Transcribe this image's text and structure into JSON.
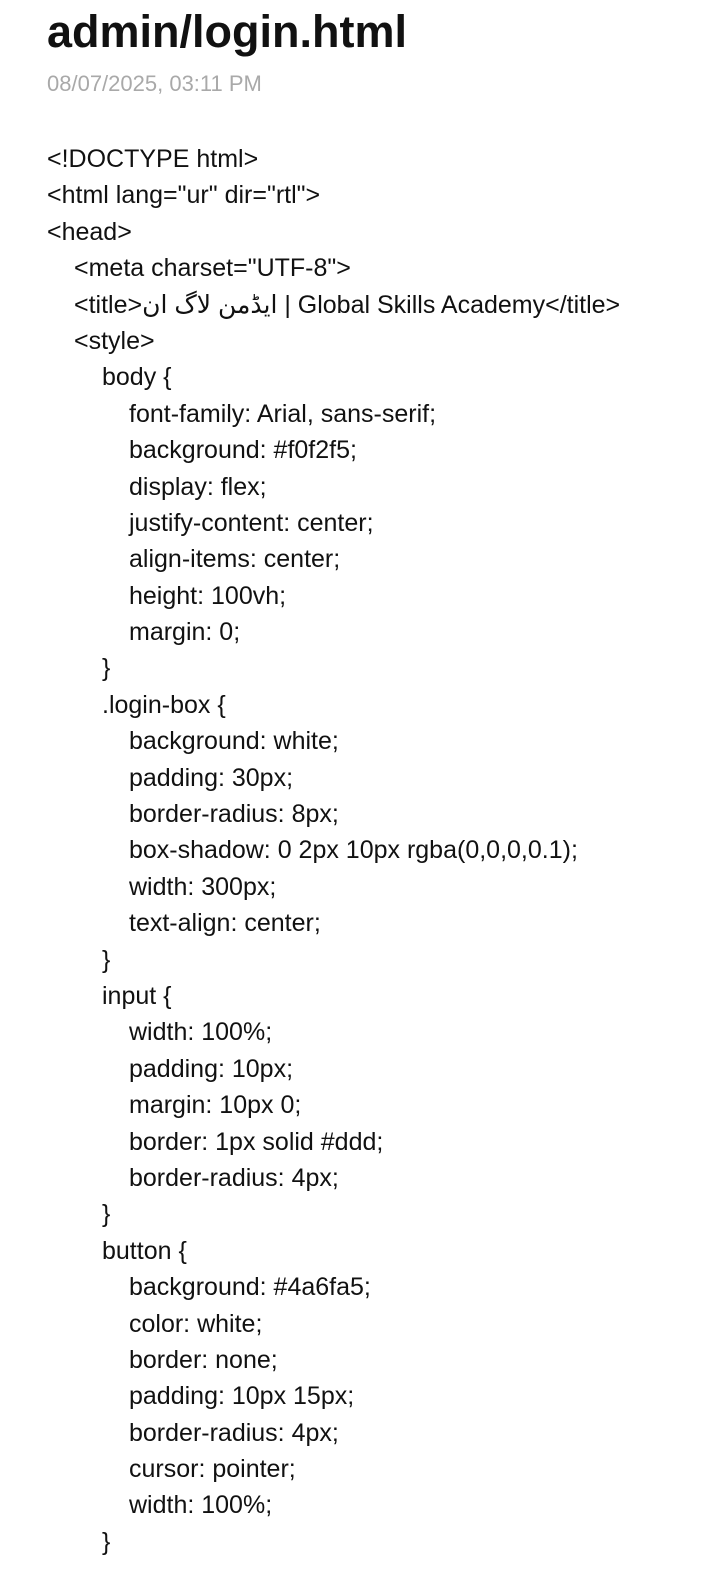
{
  "note": {
    "title": "admin/login.html",
    "timestamp": "08/07/2025, 03:11 PM",
    "lines": [
      {
        "level": 0,
        "text": "<!DOCTYPE html>"
      },
      {
        "level": 0,
        "text": "<html lang=\"ur\" dir=\"rtl\">"
      },
      {
        "level": 0,
        "text": "<head>"
      },
      {
        "level": 1,
        "text": "<meta charset=\"UTF-8\">"
      },
      {
        "level": 1,
        "text": "<title>ایڈمن لاگ ان | Global Skills Academy</title>"
      },
      {
        "level": 1,
        "text": "<style>"
      },
      {
        "level": 2,
        "text": "body {"
      },
      {
        "level": 3,
        "text": "font-family: Arial, sans-serif;"
      },
      {
        "level": 3,
        "text": "background: #f0f2f5;"
      },
      {
        "level": 3,
        "text": "display: flex;"
      },
      {
        "level": 3,
        "text": "justify-content: center;"
      },
      {
        "level": 3,
        "text": "align-items: center;"
      },
      {
        "level": 3,
        "text": "height: 100vh;"
      },
      {
        "level": 3,
        "text": "margin: 0;"
      },
      {
        "level": 2,
        "text": "}"
      },
      {
        "level": 2,
        "text": ".login-box {"
      },
      {
        "level": 3,
        "text": "background: white;"
      },
      {
        "level": 3,
        "text": "padding: 30px;"
      },
      {
        "level": 3,
        "text": "border-radius: 8px;"
      },
      {
        "level": 3,
        "text": "box-shadow: 0 2px 10px rgba(0,0,0,0.1);"
      },
      {
        "level": 3,
        "text": "width: 300px;"
      },
      {
        "level": 3,
        "text": "text-align: center;"
      },
      {
        "level": 2,
        "text": "}"
      },
      {
        "level": 2,
        "text": "input {"
      },
      {
        "level": 3,
        "text": "width: 100%;"
      },
      {
        "level": 3,
        "text": "padding: 10px;"
      },
      {
        "level": 3,
        "text": "margin: 10px 0;"
      },
      {
        "level": 3,
        "text": "border: 1px solid #ddd;"
      },
      {
        "level": 3,
        "text": "border-radius: 4px;"
      },
      {
        "level": 2,
        "text": "}"
      },
      {
        "level": 2,
        "text": "button {"
      },
      {
        "level": 3,
        "text": "background: #4a6fa5;"
      },
      {
        "level": 3,
        "text": "color: white;"
      },
      {
        "level": 3,
        "text": "border: none;"
      },
      {
        "level": 3,
        "text": "padding: 10px 15px;"
      },
      {
        "level": 3,
        "text": "border-radius: 4px;"
      },
      {
        "level": 3,
        "text": "cursor: pointer;"
      },
      {
        "level": 3,
        "text": "width: 100%;"
      },
      {
        "level": 2,
        "text": "}"
      }
    ]
  }
}
